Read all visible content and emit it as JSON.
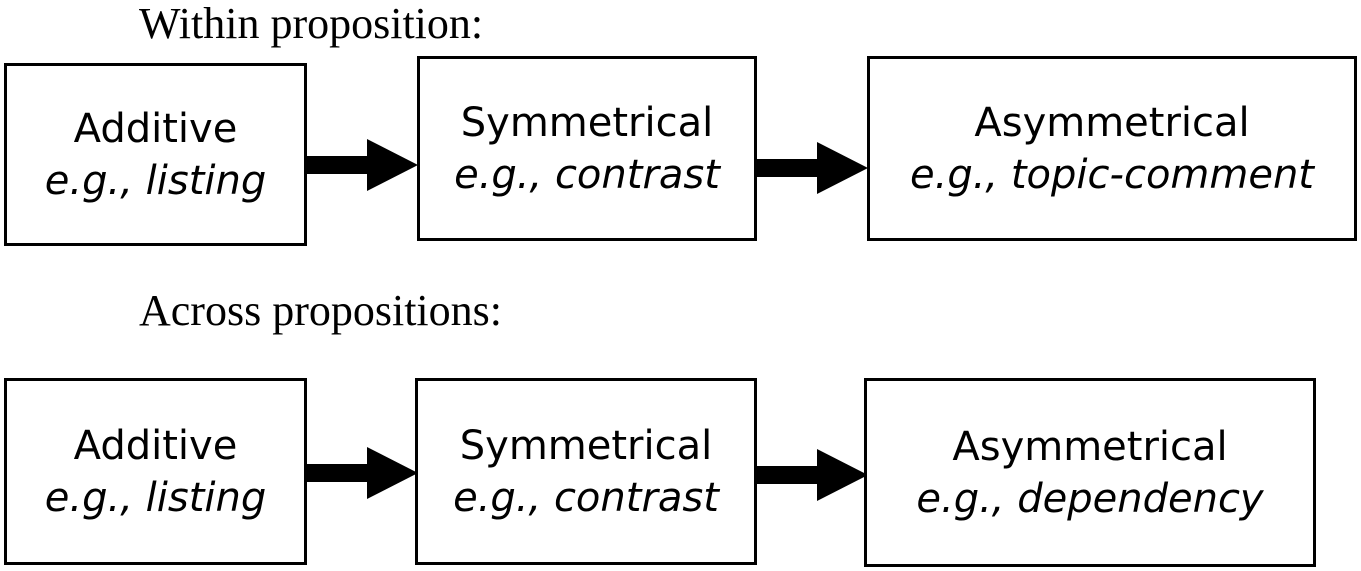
{
  "rows": [
    {
      "title": "Within proposition:",
      "boxes": [
        {
          "name": "Additive",
          "example": "e.g., listing"
        },
        {
          "name": "Symmetrical",
          "example": "e.g., contrast"
        },
        {
          "name": "Asymmetrical",
          "example": "e.g., topic-comment"
        }
      ]
    },
    {
      "title": "Across propositions:",
      "boxes": [
        {
          "name": "Additive",
          "example": "e.g., listing"
        },
        {
          "name": "Symmetrical",
          "example": "e.g., contrast"
        },
        {
          "name": "Asymmetrical",
          "example": "e.g., dependency"
        }
      ]
    }
  ],
  "colors": {
    "stroke": "#000000",
    "background": "#ffffff"
  },
  "icons": {
    "connector": "arrow-right-icon"
  }
}
